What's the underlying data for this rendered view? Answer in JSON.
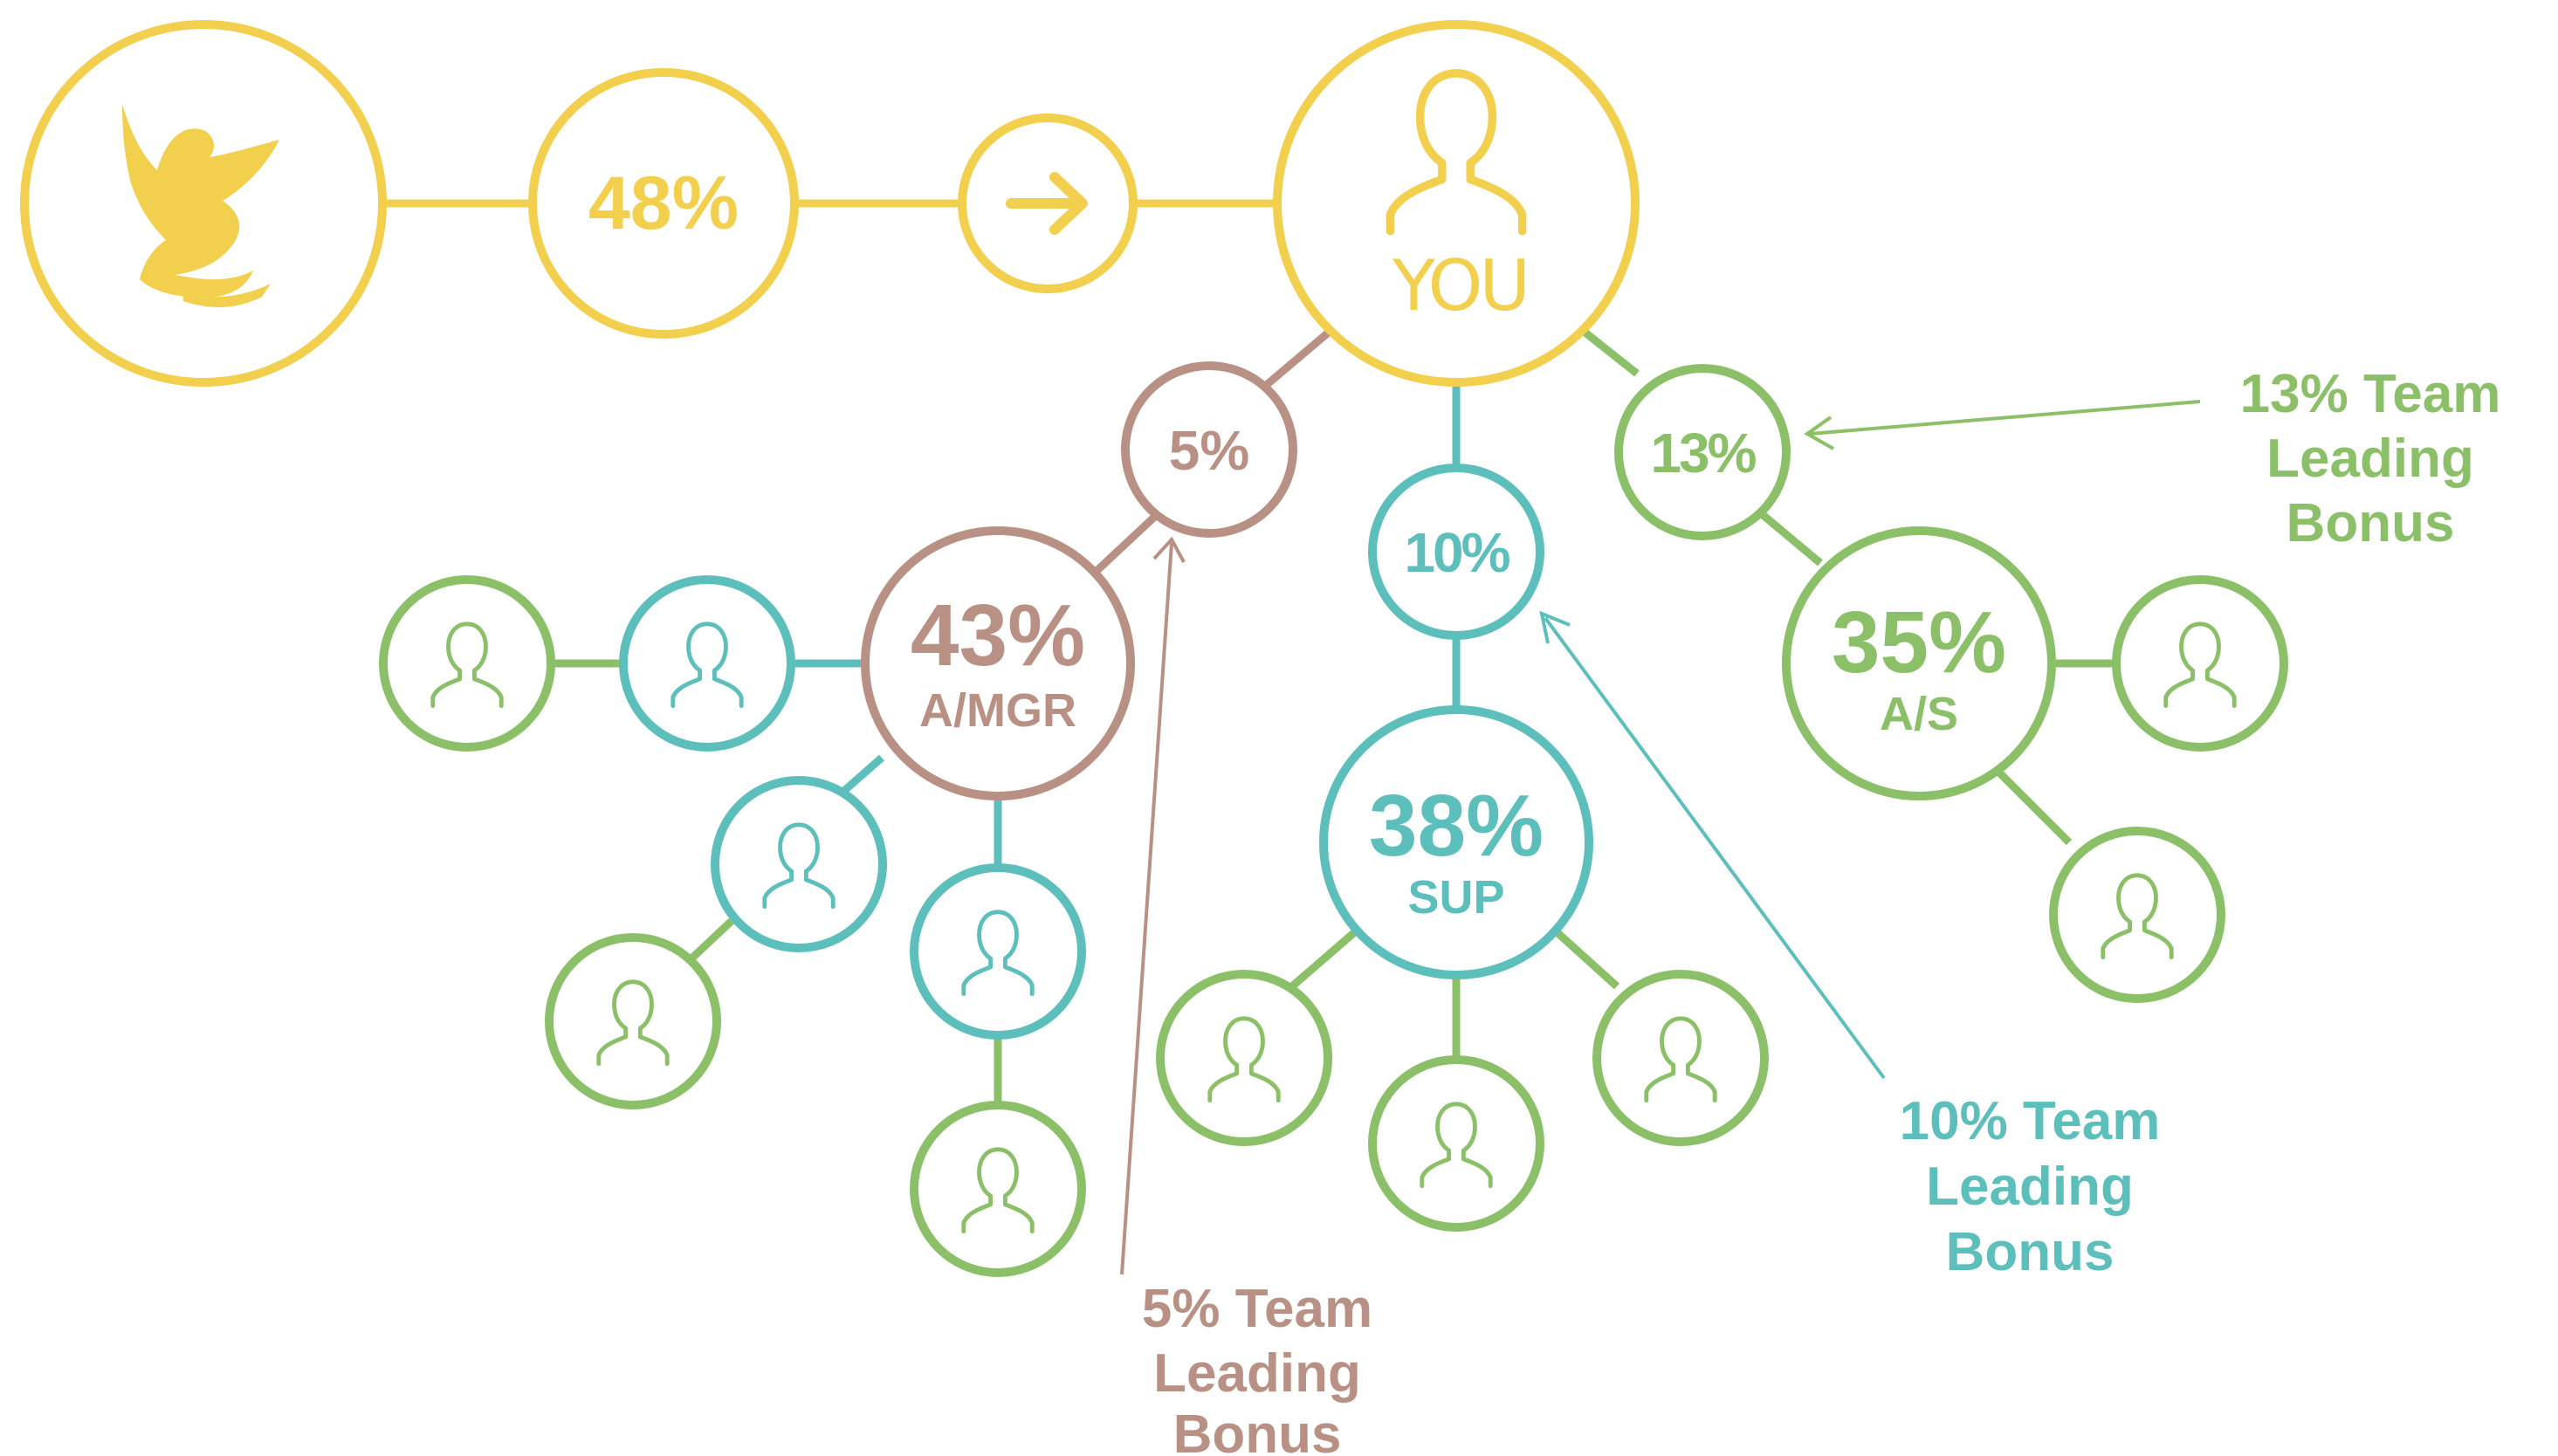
{
  "colors": {
    "yellow": "#f2cf4c",
    "green": "#8bc068",
    "teal": "#5dbfbc",
    "brown": "#b99184",
    "white": "#ffffff"
  },
  "top_row": {
    "logo_icon": "eagle-logo-icon",
    "rate_label": "48%",
    "arrow_icon": "right-arrow-icon",
    "you_label": "YOU"
  },
  "branches": {
    "left": {
      "bonus_label": "5%",
      "level_percent": "43%",
      "level_code": "A/MGR"
    },
    "middle": {
      "bonus_label": "10%",
      "level_percent": "38%",
      "level_code": "SUP"
    },
    "right": {
      "bonus_label": "13%",
      "level_percent": "35%",
      "level_code": "A/S"
    }
  },
  "notes": {
    "left": [
      "5% Team",
      "Leading",
      "Bonus"
    ],
    "middle": [
      "10% Team",
      "Leading",
      "Bonus"
    ],
    "right": [
      "13% Team",
      "Leading",
      "Bonus"
    ]
  },
  "person_icon": "person-icon"
}
